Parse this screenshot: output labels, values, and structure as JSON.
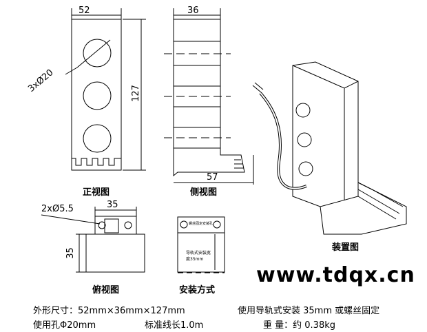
{
  "views": {
    "front": "正视图",
    "side": "侧视图",
    "top": "俯视图",
    "install": "安装方式",
    "device": "装置图"
  },
  "dims": {
    "front_width": "52",
    "front_height": "127",
    "holes": "3xØ20",
    "side_width": "36",
    "side_bottom": "57",
    "top_width": "35",
    "top_height": "35",
    "top_holes": "2xØ5.5"
  },
  "install_notes": {
    "screw": "螺丝固定安装孔",
    "rail": "导轨式安装宽度35mm"
  },
  "specs": {
    "size": "外形尺寸：52mm×36mm×127mm",
    "mount": "使用导轨式安装 35mm 或螺丝固定",
    "hole": "使用孔Φ20mm",
    "cable": "标准线长1.0m",
    "weight": "重 量：约 0.38kg"
  },
  "watermark": "www.tdqx.cn"
}
